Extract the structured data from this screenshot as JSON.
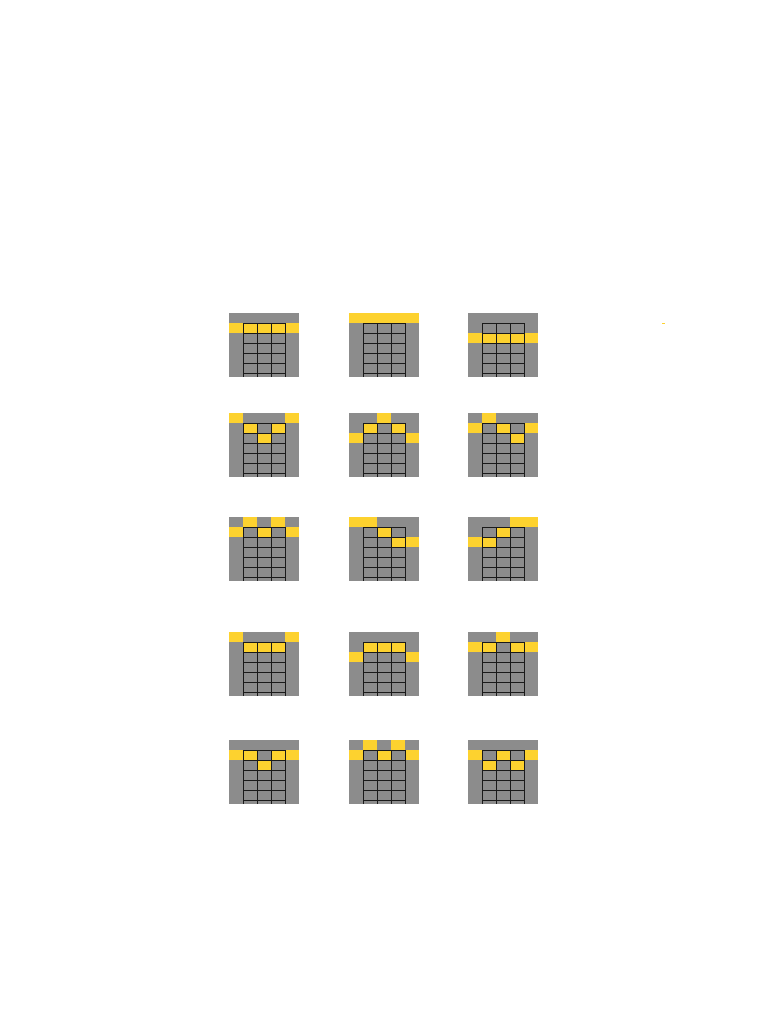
{
  "screen": {
    "background": "#ffffff",
    "reel_color": "#8c8c8c",
    "cell_line_color": "#1a1a1a",
    "highlight_color": "#fdd22f"
  },
  "paylines": [
    {
      "id": 1,
      "rows": [
        1,
        1,
        1,
        1,
        1
      ]
    },
    {
      "id": 2,
      "rows": [
        0,
        0,
        0,
        0,
        0
      ]
    },
    {
      "id": 3,
      "rows": [
        2,
        2,
        2,
        2,
        2
      ]
    },
    {
      "id": 4,
      "rows": [
        0,
        1,
        2,
        1,
        0
      ]
    },
    {
      "id": 5,
      "rows": [
        2,
        1,
        0,
        1,
        2
      ]
    },
    {
      "id": 6,
      "rows": [
        1,
        0,
        1,
        2,
        1
      ]
    },
    {
      "id": 7,
      "rows": [
        1,
        0,
        1,
        0,
        1
      ]
    },
    {
      "id": 8,
      "rows": [
        0,
        0,
        1,
        2,
        2
      ]
    },
    {
      "id": 9,
      "rows": [
        2,
        2,
        1,
        0,
        0
      ]
    },
    {
      "id": 10,
      "rows": [
        0,
        1,
        1,
        1,
        0
      ]
    },
    {
      "id": 11,
      "rows": [
        2,
        1,
        1,
        1,
        2
      ]
    },
    {
      "id": 12,
      "rows": [
        1,
        1,
        0,
        1,
        1
      ]
    },
    {
      "id": 13,
      "rows": [
        1,
        1,
        2,
        1,
        1
      ]
    },
    {
      "id": 14,
      "rows": [
        1,
        0,
        1,
        0,
        1
      ]
    },
    {
      "id": 15,
      "rows": [
        1,
        2,
        1,
        2,
        1
      ]
    }
  ]
}
